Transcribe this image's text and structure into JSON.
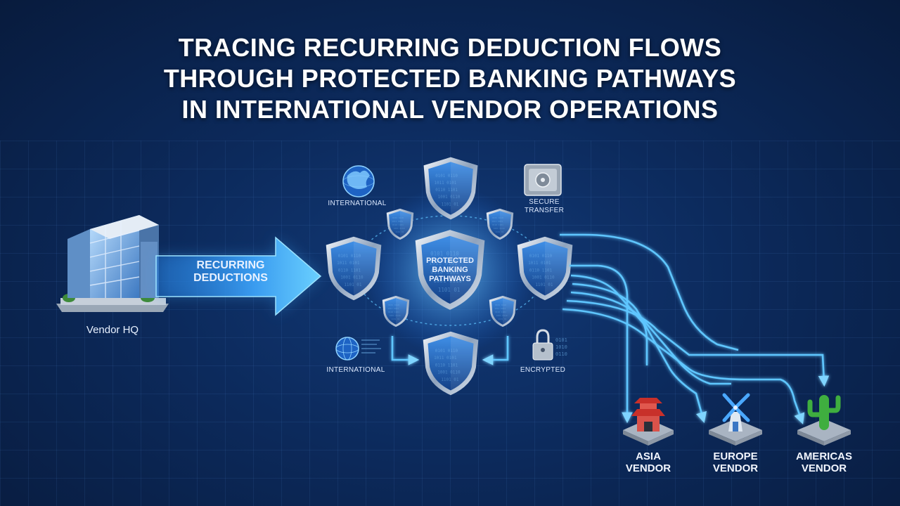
{
  "title": {
    "line1": "TRACING RECURRING DEDUCTION FLOWS",
    "line2": "THROUGH PROTECTED BANKING PATHWAYS",
    "line3": "IN INTERNATIONAL VENDOR OPERATIONS"
  },
  "source": {
    "label": "Vendor HQ"
  },
  "arrow": {
    "line1": "RECURRING",
    "line2": "DEDUCTIONS"
  },
  "hub": {
    "line1": "PROTECTED",
    "line2": "BANKING",
    "line3": "PATHWAYS"
  },
  "nodes": {
    "international_top": "INTERNATIONAL",
    "secure_transfer_line1": "SECURE",
    "secure_transfer_line2": "TRANSFER",
    "international_bottom": "INTERNATIONAL",
    "encrypted": "ENCRYPTED"
  },
  "vendors": [
    {
      "line1": "ASIA",
      "line2": "VENDOR"
    },
    {
      "line1": "EUROPE",
      "line2": "VENDOR"
    },
    {
      "line1": "AMERICAS",
      "line2": "VENDOR"
    }
  ],
  "colors": {
    "accent": "#5fc6ff",
    "shield": "#1f5fb8",
    "background": "#0c2a5c"
  }
}
